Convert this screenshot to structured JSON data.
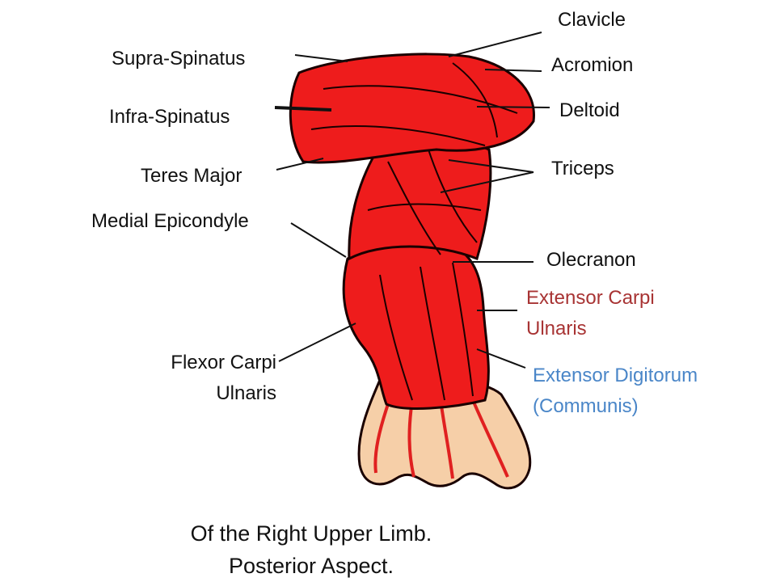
{
  "labels": {
    "clavicle": "Clavicle",
    "acromion": "Acromion",
    "deltoid": "Deltoid",
    "triceps": "Triceps",
    "olecranon": "Olecranon",
    "extensor_carpi_ulnaris": [
      "Extensor Carpi",
      "Ulnaris"
    ],
    "extensor_digitorum": [
      "Extensor Digitorum",
      "(Communis)"
    ],
    "supra_spinatus": "Supra-Spinatus",
    "infra_spinatus": "Infra-Spinatus",
    "teres_major": "Teres Major",
    "medial_epicondyle": "Medial Epicondyle",
    "flexor_carpi_ulnaris": [
      "Flexor Carpi",
      "Ulnaris"
    ]
  },
  "caption": [
    "Of the Right Upper Limb.",
    "Posterior Aspect."
  ],
  "colors": {
    "muscle": "#ee1c1c",
    "muscle_outline": "#1a0000",
    "tendon_skin": "#f6cfa8",
    "label_default": "#111111",
    "label_extensor_carpi_ulnaris": "#a83434",
    "label_extensor_digitorum": "#4a86c8"
  }
}
